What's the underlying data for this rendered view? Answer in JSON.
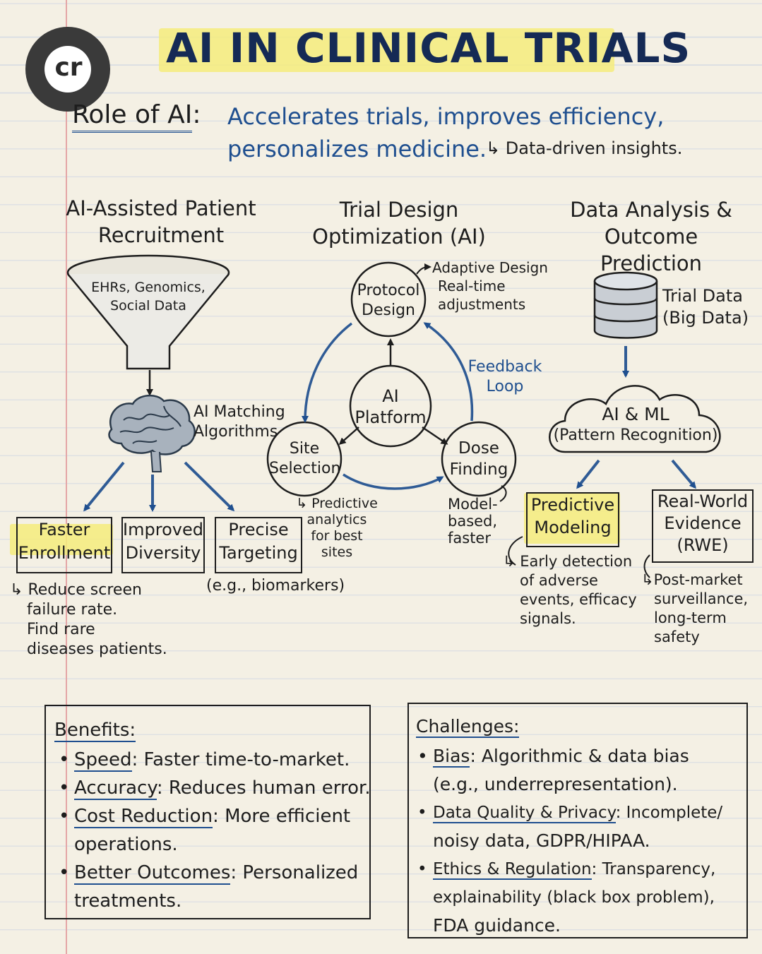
{
  "logo": {
    "text": "cr"
  },
  "title": "AI IN CLINICAL TRIALS",
  "role": {
    "label": "Role of AI",
    "colon": ":",
    "line1": "Accelerates trials, improves efficiency,",
    "line2": "personalizes medicine.",
    "insight": "Data-driven insights."
  },
  "recruitment": {
    "heading_line1": "AI-Assisted Patient",
    "heading_line2": "Recruitment",
    "funnel_line1": "EHRs, Genomics,",
    "funnel_line2": "Social Data",
    "matching_line1": "AI Matching",
    "matching_line2": "Algorithms",
    "boxes": [
      {
        "line1": "Faster",
        "line2": "Enrollment"
      },
      {
        "line1": "Improved",
        "line2": "Diversity"
      },
      {
        "line1": "Precise",
        "line2": "Targeting"
      }
    ],
    "note_lines": [
      "Reduce screen",
      "failure rate.",
      "Find rare",
      "diseases patients."
    ],
    "biomarkers": "(e.g., biomarkers)"
  },
  "design": {
    "heading_line1": "Trial Design",
    "heading_line2": "Optimization (AI)",
    "protocol_line1": "Protocol",
    "protocol_line2": "Design",
    "adaptive_lines": [
      "Adaptive Design",
      "Real-time",
      "adjustments"
    ],
    "platform_line1": "AI",
    "platform_line2": "Platform",
    "feedback_line1": "Feedback",
    "feedback_line2": "Loop",
    "site_line1": "Site",
    "site_line2": "Selection",
    "dose_line1": "Dose",
    "dose_line2": "Finding",
    "predictive_lines": [
      "Predictive",
      "analytics",
      "for best",
      "sites"
    ],
    "model_lines": [
      "Model-",
      "based,",
      "faster"
    ]
  },
  "analysis": {
    "heading_line1": "Data Analysis &",
    "heading_line2": "Outcome Prediction",
    "trial_data_line1": "Trial Data",
    "trial_data_line2": "(Big Data)",
    "cloud_line1": "AI & ML",
    "cloud_line2": "(Pattern Recognition)",
    "predictive_line1": "Predictive",
    "predictive_line2": "Modeling",
    "rwe_lines": [
      "Real-World",
      "Evidence",
      "(RWE)"
    ],
    "early_lines": [
      "Early detection",
      "of adverse",
      "events, efficacy",
      "signals."
    ],
    "post_lines": [
      "Post-market",
      "surveillance,",
      "long-term",
      "safety"
    ]
  },
  "benefits": {
    "title": "Benefits:",
    "items": [
      {
        "term": "Speed",
        "text": ": Faster time-to-market."
      },
      {
        "term": "Accuracy",
        "text": ": Reduces human error."
      },
      {
        "term": "Cost Reduction",
        "text": ": More efficient",
        "cont": "operations."
      },
      {
        "term": "Better Outcomes",
        "text": ": Personalized",
        "cont": "treatments."
      }
    ]
  },
  "challenges": {
    "title": "Challenges:",
    "items": [
      {
        "term": "Bias",
        "text": ": Algorithmic & data bias",
        "cont": "(e.g., underrepresentation)."
      },
      {
        "term": "Data Quality & Privacy",
        "text": ": Incomplete/",
        "cont": "noisy data, GDPR/HIPAA."
      },
      {
        "term": "Ethics & Regulation",
        "text": ": Transparency,",
        "cont": "explainability (black box problem),",
        "cont2": "FDA guidance."
      }
    ]
  },
  "colors": {
    "ink": "#1d1d1d",
    "blue": "#1f4f8f",
    "highlight": "#f5ec7d",
    "paper": "#f4f0e4",
    "margin": "#e4a6a6"
  },
  "icons": [
    "brain-icon",
    "database-icon",
    "cloud-icon",
    "funnel-icon"
  ]
}
